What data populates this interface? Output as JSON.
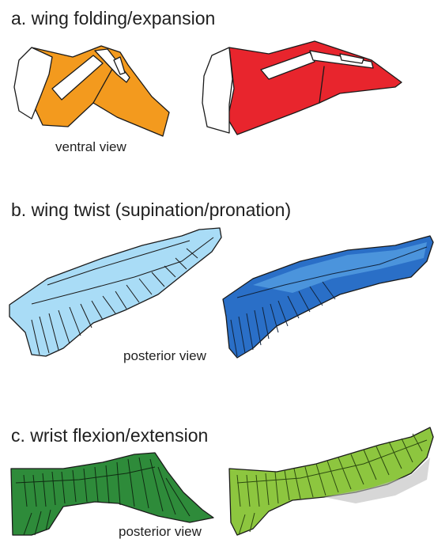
{
  "panels": [
    {
      "heading": "a. wing folding/expansion",
      "caption": "ventral view",
      "colors": {
        "folded": "#f39a1e",
        "expanded": "#e8252d"
      }
    },
    {
      "heading": "b. wing twist (supination/pronation)",
      "caption": "posterior view",
      "colors": {
        "light": "#a9dcf6",
        "dark": "#2a6fc7"
      }
    },
    {
      "heading": "c. wrist flexion/extension",
      "caption": "posterior view",
      "colors": {
        "dark": "#2e8b3a",
        "light": "#8dc63f"
      }
    }
  ]
}
